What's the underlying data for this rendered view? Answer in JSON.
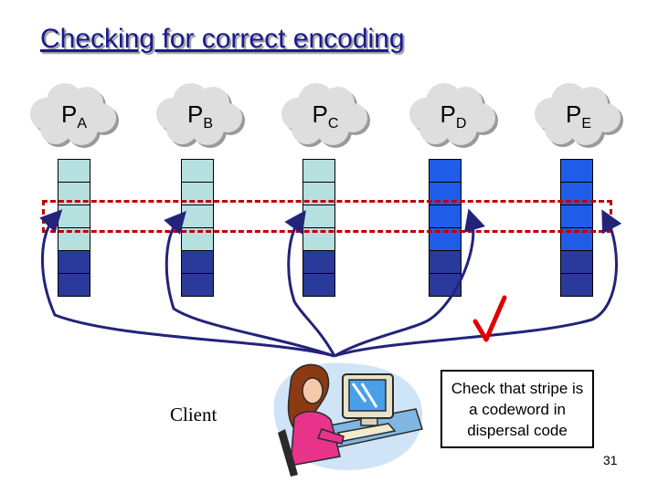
{
  "title": "Checking for correct encoding",
  "servers": [
    {
      "letter": "P",
      "sub": "A",
      "cells": [
        "light",
        "light",
        "light",
        "light",
        "dark",
        "dark"
      ]
    },
    {
      "letter": "P",
      "sub": "B",
      "cells": [
        "light",
        "light",
        "light",
        "light",
        "dark",
        "dark"
      ]
    },
    {
      "letter": "P",
      "sub": "C",
      "cells": [
        "light",
        "light",
        "light",
        "light",
        "dark",
        "dark"
      ]
    },
    {
      "letter": "P",
      "sub": "D",
      "cells": [
        "bright",
        "bright",
        "bright",
        "bright",
        "dark",
        "dark"
      ]
    },
    {
      "letter": "P",
      "sub": "E",
      "cells": [
        "bright",
        "bright",
        "bright",
        "bright",
        "dark",
        "dark"
      ]
    }
  ],
  "client_label": "Client",
  "callout_text": "Check that stripe is a codeword in dispersal code",
  "page_number": "31",
  "colors": {
    "title": "#1a1a8c",
    "dash": "#c00000",
    "arrow": "#23237a",
    "check": "#e00000",
    "light": "#b6dfe0",
    "bright": "#1f5de8",
    "dark": "#2a3a9a"
  },
  "icons": [
    "cloud-icon",
    "checkmark-icon",
    "client-person-computer-icon"
  ]
}
